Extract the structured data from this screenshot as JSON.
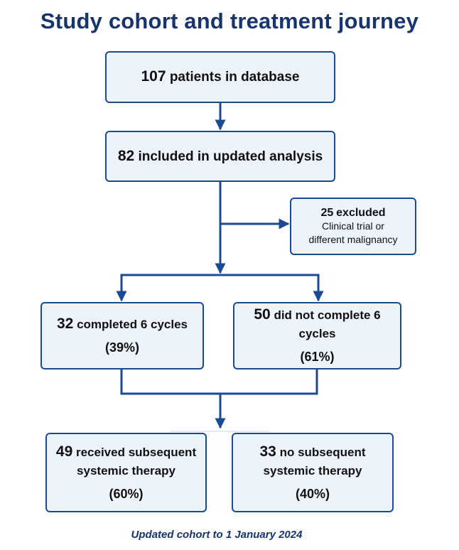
{
  "title": "Study cohort and treatment journey",
  "boxes": {
    "database": {
      "count": "107",
      "label": "patients in database"
    },
    "included": {
      "count": "82",
      "label": "included in updated analysis"
    },
    "excluded": {
      "count": "25",
      "label": "excluded",
      "reason_line1": "Clinical trial or",
      "reason_line2": "different malignancy"
    },
    "completed": {
      "count": "32",
      "label": "completed 6 cycles",
      "percent": "(39%)"
    },
    "not_completed": {
      "count": "50",
      "label": "did not complete 6 cycles",
      "percent": "(61%)"
    },
    "subsequent": {
      "count": "49",
      "label_line1": "received subsequent",
      "label_line2": "systemic therapy",
      "percent": "(60%)"
    },
    "no_subsequent": {
      "count": "33",
      "label_line1": "no subsequent",
      "label_line2": "systemic therapy",
      "percent": "(40%)"
    }
  },
  "footer": "Updated cohort to 1 January 2024",
  "colors": {
    "title": "#16346e",
    "border": "#1a4b92",
    "box_fill": "#edf3fb",
    "connector": "#1a4b92"
  }
}
